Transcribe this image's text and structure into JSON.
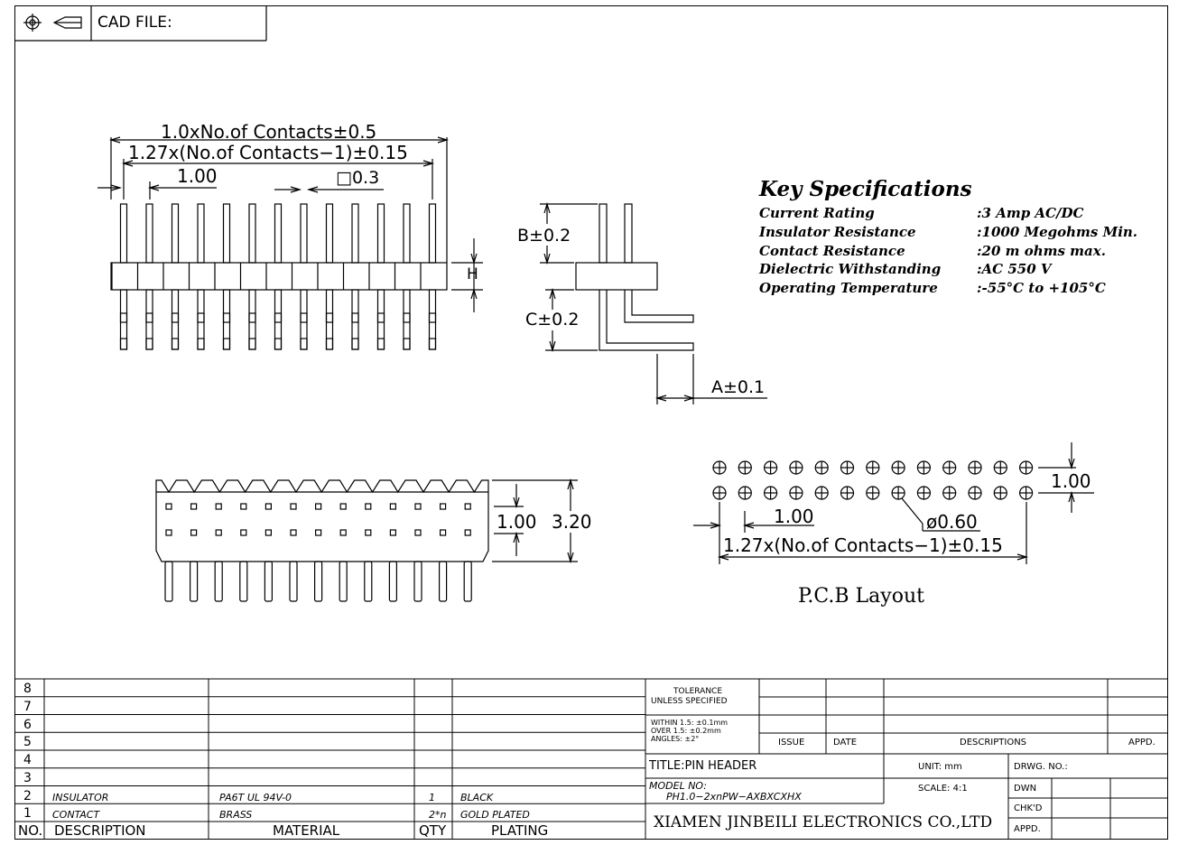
{
  "header": {
    "cad_file_label": "CAD FILE:"
  },
  "top_view": {
    "dim_overall": "1.0xNo.of Contacts±0.5",
    "dim_pitch_span": "1.27x(No.of Contacts−1)±0.15",
    "dim_pitch": "1.00",
    "dim_pin_square": "□0.3",
    "dim_height": "H"
  },
  "side_view": {
    "dim_b": "B±0.2",
    "dim_c": "C±0.2",
    "dim_a": "A±0.1"
  },
  "front_view": {
    "dim_row_pitch": "1.00",
    "dim_width": "3.20"
  },
  "pcb_layout": {
    "title": "P.C.B Layout",
    "dim_row_pitch": "1.00",
    "dim_pitch": "1.00",
    "dim_hole": "ø0.60",
    "dim_span": "1.27x(No.of Contacts−1)±0.15"
  },
  "key_specs": {
    "title": "Key Specifications",
    "items": [
      {
        "label": "Current Rating",
        "value": ":3 Amp AC/DC"
      },
      {
        "label": "Insulator Resistance",
        "value": ":1000 Megohms Min."
      },
      {
        "label": "Contact Resistance",
        "value": ":20 m ohms max."
      },
      {
        "label": "Dielectric Withstanding",
        "value": ":AC 550 V"
      },
      {
        "label": "Operating Temperature",
        "value": ":-55°C  to  +105°C"
      }
    ]
  },
  "bom": {
    "rows": [
      {
        "no": "8",
        "desc": "",
        "material": "",
        "qty": "",
        "plating": ""
      },
      {
        "no": "7",
        "desc": "",
        "material": "",
        "qty": "",
        "plating": ""
      },
      {
        "no": "6",
        "desc": "",
        "material": "",
        "qty": "",
        "plating": ""
      },
      {
        "no": "5",
        "desc": "",
        "material": "",
        "qty": "",
        "plating": ""
      },
      {
        "no": "4",
        "desc": "",
        "material": "",
        "qty": "",
        "plating": ""
      },
      {
        "no": "3",
        "desc": "",
        "material": "",
        "qty": "",
        "plating": ""
      },
      {
        "no": "2",
        "desc": "INSULATOR",
        "material": "PA6T UL 94V-0",
        "qty": "1",
        "plating": "BLACK"
      },
      {
        "no": "1",
        "desc": "CONTACT",
        "material": "BRASS",
        "qty": "2*n",
        "plating": "GOLD PLATED"
      }
    ],
    "headers": {
      "no": "NO.",
      "desc": "DESCRIPTION",
      "material": "MATERIAL",
      "qty": "QTY",
      "plating": "PLATING"
    }
  },
  "title_block": {
    "tolerance_line1": "TOLERANCE",
    "tolerance_line2": "UNLESS SPECIFIED",
    "tol_within": "WITHIN 1.5: ±0.1mm",
    "tol_over": "OVER 1.5:  ±0.2mm",
    "tol_angles": "ANGLES: ±2°",
    "issue": "ISSUE",
    "date": "DATE",
    "descriptions": "DESCRIPTIONS",
    "appd": "APPD.",
    "title": "TITLE:PIN HEADER",
    "unit": "UNIT: mm",
    "drwg_no": "DRWG. NO.:",
    "model_label": "MODEL NO:",
    "model_value": "PH1.0−2xnPW−AXBXCXHX",
    "scale": "SCALE: 4:1",
    "dwn": "DWN",
    "chkd": "CHK'D",
    "appd2": "APPD.",
    "company": "XIAMEN JINBEILI ELECTRONICS CO.,LTD"
  }
}
